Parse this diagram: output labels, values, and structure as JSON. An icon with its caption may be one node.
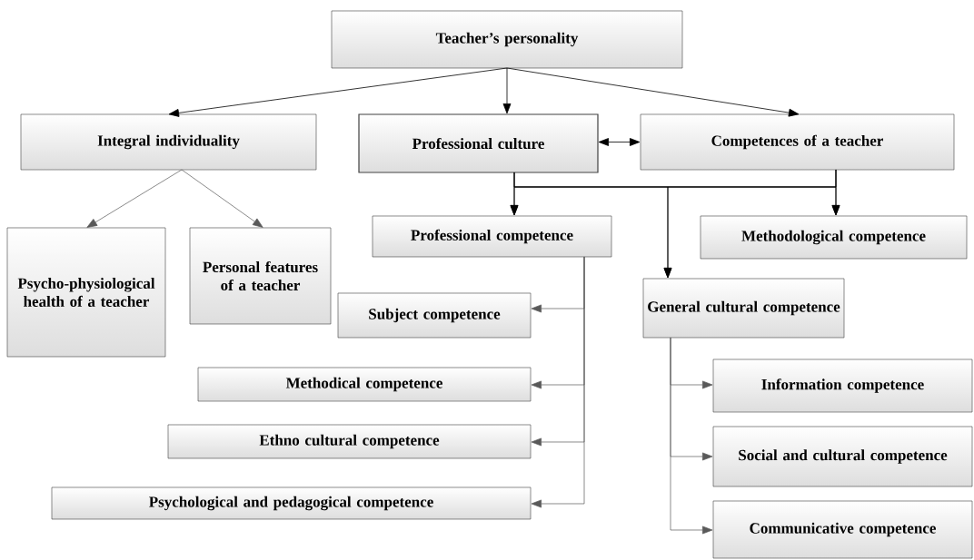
{
  "diagram": {
    "nodes": [
      {
        "text": [
          "Teacher’s personality"
        ]
      },
      {
        "text": [
          "Integral individuality"
        ]
      },
      {
        "text": [
          "Professional culture"
        ]
      },
      {
        "text": [
          "Competences of a teacher"
        ]
      },
      {
        "text": [
          "Psycho-physiological health of a teacher"
        ]
      },
      {
        "text": [
          "Personal features of a teacher"
        ]
      },
      {
        "text": [
          "Professional competence"
        ]
      },
      {
        "text": [
          "Methodological competence"
        ]
      },
      {
        "text": [
          "General cultural competence"
        ]
      },
      {
        "text": [
          "Subject competence"
        ]
      },
      {
        "text": [
          "Methodical competence"
        ]
      },
      {
        "text": [
          "Ethno cultural competence"
        ]
      },
      {
        "text": [
          "Psychological and pedagogical competence"
        ]
      },
      {
        "text": [
          "Information competence"
        ]
      },
      {
        "text": [
          "Social and cultural competence"
        ]
      },
      {
        "text": [
          "Communicative competence"
        ]
      }
    ],
    "edges": [
      {
        "from": 0,
        "to": 1,
        "arrow": "to"
      },
      {
        "from": 0,
        "to": 2,
        "arrow": "to"
      },
      {
        "from": 0,
        "to": 3,
        "arrow": "to"
      },
      {
        "from": 2,
        "to": 3,
        "arrow": "both"
      },
      {
        "from": 1,
        "to": 4,
        "arrow": "to",
        "color": "#595959"
      },
      {
        "from": 1,
        "to": 5,
        "arrow": "to",
        "color": "#595959"
      },
      {
        "from": 2,
        "to": 6,
        "arrow": "to"
      },
      {
        "from": 2,
        "to": 8,
        "arrow": "to"
      },
      {
        "from": 2,
        "to": 7,
        "arrow": "to"
      },
      {
        "from": 3,
        "to": 6,
        "arrow": "to"
      },
      {
        "from": 3,
        "to": 8,
        "arrow": "to"
      },
      {
        "from": 3,
        "to": 7,
        "arrow": "to"
      },
      {
        "from": 6,
        "to": 9,
        "arrow": "to",
        "color": "#595959"
      },
      {
        "from": 6,
        "to": 10,
        "arrow": "to",
        "color": "#595959"
      },
      {
        "from": 6,
        "to": 11,
        "arrow": "to",
        "color": "#595959"
      },
      {
        "from": 6,
        "to": 12,
        "arrow": "to",
        "color": "#595959"
      },
      {
        "from": 8,
        "to": 13,
        "arrow": "to",
        "color": "#595959"
      },
      {
        "from": 8,
        "to": 14,
        "arrow": "to",
        "color": "#595959"
      },
      {
        "from": 8,
        "to": 15,
        "arrow": "to",
        "color": "#595959"
      }
    ]
  }
}
